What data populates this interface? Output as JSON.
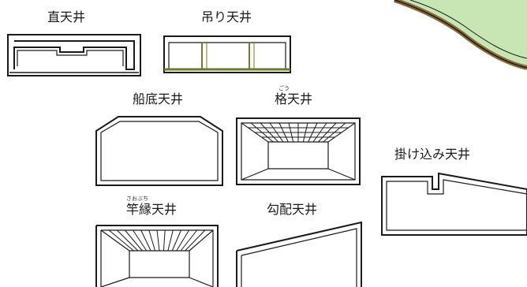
{
  "labels": {
    "jika": "直天井",
    "tsuri": "吊り天井",
    "funazoko": "船底天井",
    "gou": "格天井",
    "gou_ruby": "ごう",
    "kakekomi": "掛け込み天井",
    "saobuchi": "竿縁天井",
    "saobuchi_ruby": "さおぶち",
    "koubai": "勾配天井"
  },
  "colors": {
    "line": "#1a1a1a",
    "hanger": "#7a7a2a",
    "terrain_green": "#c8e6b4",
    "terrain_brown": "#8a6a3a"
  }
}
